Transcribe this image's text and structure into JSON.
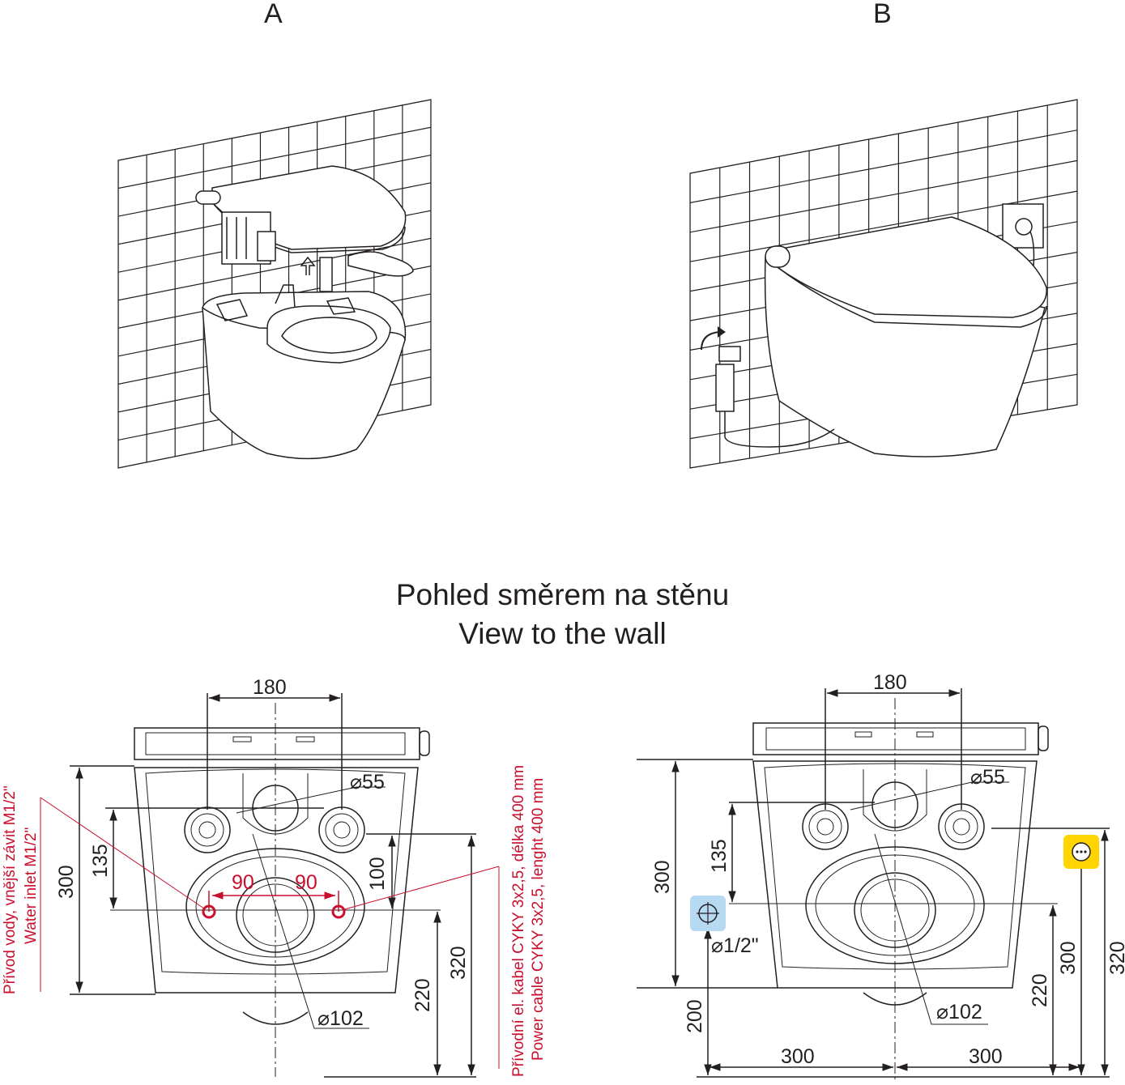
{
  "panels": {
    "a": "A",
    "b": "B"
  },
  "heading": {
    "cz": "Pohled směrem na stěnu",
    "en": "View to the wall"
  },
  "left": {
    "dim_180": "180",
    "dia_55": "⌀55",
    "dim_135": "135",
    "dim_300": "300",
    "dim_90_left": "90",
    "dim_90_right": "90",
    "dim_100": "100",
    "dim_220": "220",
    "dim_320": "320",
    "dia_102": "⌀102",
    "water_cz": "Přívod vody, vnější závit M1/2\"",
    "water_en": "Water inlet M1/2\"",
    "power_cz": "Přívodní el. kabel CYKY 3x2,5, délka 400 mm",
    "power_en": "Power cable CYKY 3x2,5, lenght 400 mm"
  },
  "right": {
    "dim_180": "180",
    "dia_55": "⌀55",
    "dim_135": "135",
    "dim_300": "300",
    "dia_half": "⌀1/2\"",
    "dim_200": "200",
    "dia_102": "⌀102",
    "dim_220": "220",
    "dim_300b": "300",
    "dim_320": "320",
    "dim_300_bottom_left": "300",
    "dim_300_bottom_right": "300"
  },
  "colors": {
    "line": "#231f20",
    "accent_red": "#c8102e",
    "water_marker": "#b7daf3",
    "socket_marker": "#ffd400"
  },
  "icons": [
    "water-inlet-icon",
    "power-socket-icon",
    "rotate-arrow-icon"
  ]
}
